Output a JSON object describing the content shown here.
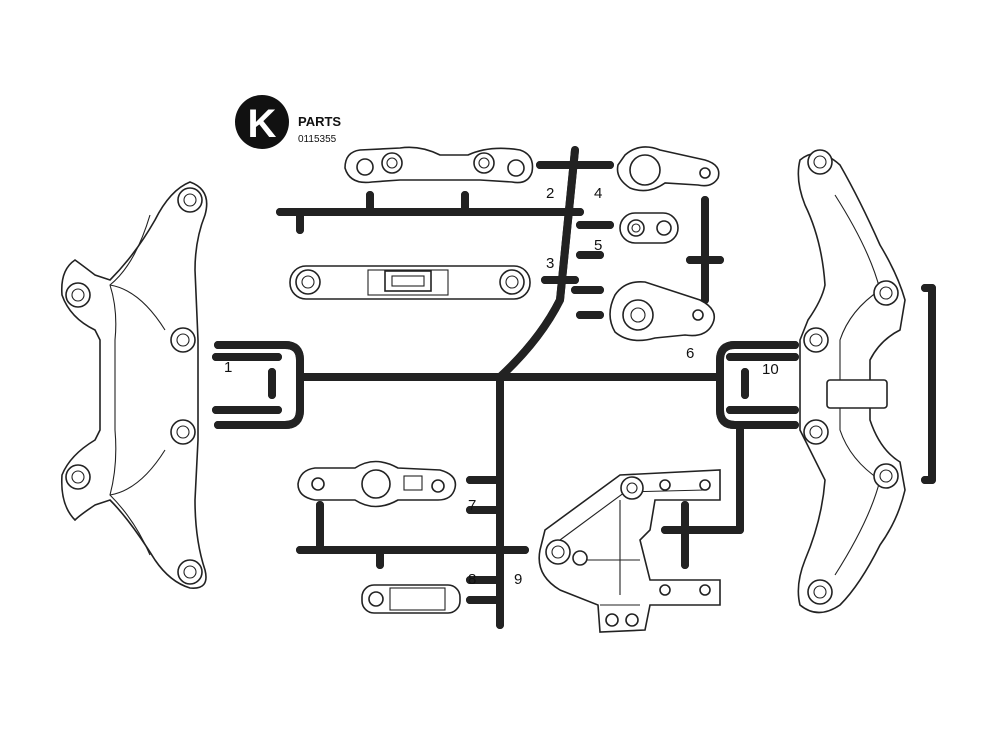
{
  "sheet": {
    "letter": "K",
    "title": "PARTS",
    "code": "0115355"
  },
  "labels": [
    "1",
    "2",
    "3",
    "4",
    "5",
    "6",
    "7",
    "8",
    "9",
    "10"
  ],
  "colors": {
    "line": "#222222",
    "paper": "#ffffff",
    "badge": "#111111"
  }
}
